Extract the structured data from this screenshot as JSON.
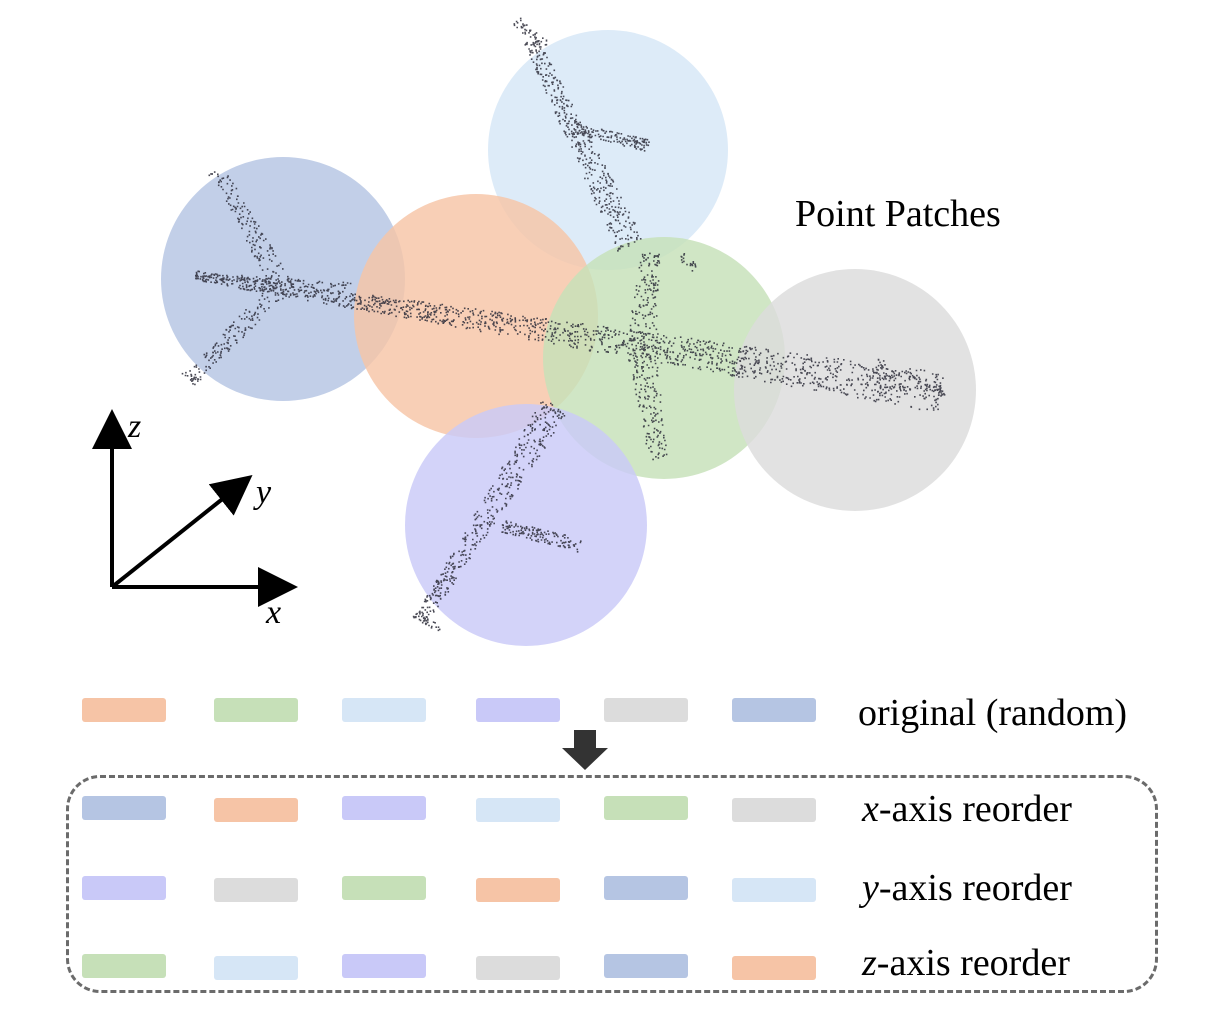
{
  "colors": {
    "orange": "#f6c4a6",
    "green": "#c6e0b8",
    "light_blue": "#d6e6f6",
    "lavender": "#c9c9f8",
    "gray": "#dcdcdc",
    "steel_blue": "#b5c5e3"
  },
  "point_patches_label": "Point Patches",
  "axes": {
    "z": "z",
    "y": "y",
    "x": "x"
  },
  "rows": [
    {
      "name": "original",
      "label": "original (random)",
      "axis_letter": "",
      "suffix": "",
      "chips": [
        "orange",
        "green",
        "light_blue",
        "lavender",
        "gray",
        "steel_blue"
      ]
    },
    {
      "name": "x-reorder",
      "label": "",
      "axis_letter": "x",
      "suffix": "-axis reorder",
      "chips": [
        "steel_blue",
        "orange",
        "lavender",
        "light_blue",
        "green",
        "gray"
      ]
    },
    {
      "name": "y-reorder",
      "label": "",
      "axis_letter": "y",
      "suffix": "-axis reorder",
      "chips": [
        "lavender",
        "gray",
        "green",
        "orange",
        "steel_blue",
        "light_blue"
      ]
    },
    {
      "name": "z-reorder",
      "label": "",
      "axis_letter": "z",
      "suffix": "-axis reorder",
      "chips": [
        "green",
        "light_blue",
        "lavender",
        "gray",
        "steel_blue",
        "orange"
      ]
    }
  ]
}
